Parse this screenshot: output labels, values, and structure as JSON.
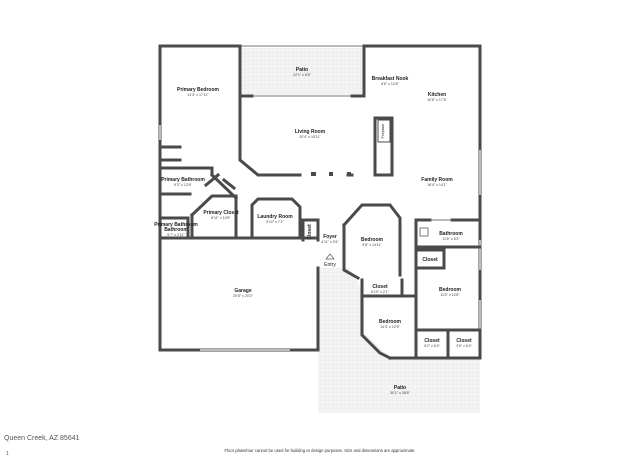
{
  "rooms": {
    "patio_top": {
      "name": "Patio",
      "dims": "22'1\" x 6'5\""
    },
    "breakfast_nook": {
      "name": "Breakfast Nook",
      "dims": "8'6\" x 12'6\""
    },
    "kitchen": {
      "name": "Kitchen",
      "dims": "10'8\" x 17'6\""
    },
    "primary_bedroom": {
      "name": "Primary Bedroom",
      "dims": "14'3\" x 17'11\""
    },
    "living_room": {
      "name": "Living Room",
      "dims": "20'4\" x 15'11\""
    },
    "fireplace": {
      "name": "Fireplace"
    },
    "family_room": {
      "name": "Family Room",
      "dims": "18'4\" x 14'1\""
    },
    "primary_bathroom": {
      "name": "Primary Bathroom",
      "dims": "9'3\" x 12'6\""
    },
    "primary_closet": {
      "name": "Primary Closet",
      "dims": "8'11\" x 10'5\""
    },
    "laundry_room": {
      "name": "Laundry Room",
      "dims": "9'10\" x 7'1\""
    },
    "primary_bathroom_2": {
      "name": "Primary Bathroom",
      "dims": "5'7\" x 2'11\""
    },
    "closet_foyer": {
      "name": "Closet"
    },
    "foyer": {
      "name": "Foyer",
      "dims": "4'11\" x 5'4\""
    },
    "entry": {
      "name": "Entry"
    },
    "bedroom_1": {
      "name": "Bedroom",
      "dims": "9'8\" x 14'11\""
    },
    "bathroom": {
      "name": "Bathroom",
      "dims": "11'6\" x 5'3\""
    },
    "closet_right": {
      "name": "Closet"
    },
    "bedroom_2": {
      "name": "Bedroom",
      "dims": "11'5\" x 12'8\""
    },
    "closet_mid": {
      "name": "Closet",
      "dims": "6'10\" x 2'1\""
    },
    "garage": {
      "name": "Garage",
      "dims": "20'5\" x 20'2\""
    },
    "bedroom_3": {
      "name": "Bedroom",
      "dims": "14'3\" x 12'5\""
    },
    "closet_a": {
      "name": "Closet",
      "dims": "5'2\" x 6'4\""
    },
    "closet_b": {
      "name": "Closet",
      "dims": "3'6\" x 6'4\""
    },
    "patio_bottom": {
      "name": "Patio",
      "dims": "30'1\" x 28'6\""
    }
  },
  "watermark": "Queen Creek, AZ 85641",
  "watermark_sub": "1",
  "disclaimer": "Floor plans/tour cannot be used for building or design purposes. Size and dimensions are approximate."
}
